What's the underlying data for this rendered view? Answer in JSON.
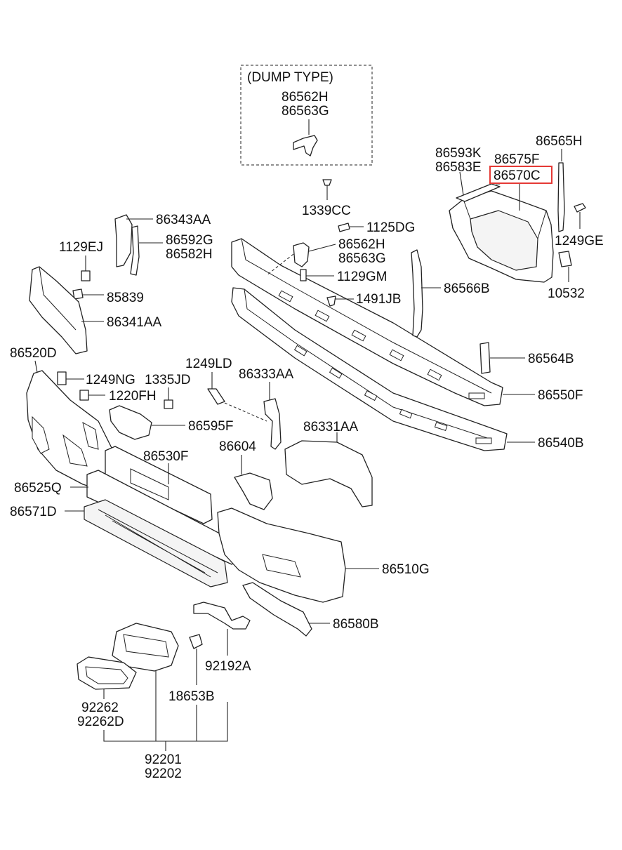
{
  "inset": {
    "title": "(DUMP TYPE)",
    "part_a": "86562H",
    "part_b": "86563G"
  },
  "labels": {
    "p86565H": "86565H",
    "p86593K": "86593K",
    "p86575F": "86575F",
    "p86583E": "86583E",
    "p86570C": "86570C",
    "p1339CC": "1339CC",
    "p1249GE": "1249GE",
    "p86343AA": "86343AA",
    "p1125DG": "1125DG",
    "p86592G": "86592G",
    "p86582H": "86582H",
    "p1129EJ": "1129EJ",
    "p86562H": "86562H",
    "p86563G": "86563G",
    "p1129GM": "1129GM",
    "p85839": "85839",
    "p1491JB": "1491JB",
    "p86566B": "86566B",
    "p10532": "10532",
    "p86341AA": "86341AA",
    "p86520D": "86520D",
    "p1249LD": "1249LD",
    "p86564B": "86564B",
    "p1249NG": "1249NG",
    "p1335JD": "1335JD",
    "p86333AA": "86333AA",
    "p1220FH": "1220FH",
    "p86550F": "86550F",
    "p86595F": "86595F",
    "p86331AA": "86331AA",
    "p86540B": "86540B",
    "p86604": "86604",
    "p86530F": "86530F",
    "p86525Q": "86525Q",
    "p86571D": "86571D",
    "p86510G": "86510G",
    "p86580B": "86580B",
    "p92192A": "92192A",
    "p18653B": "18653B",
    "p92262": "92262",
    "p92262D": "92262D",
    "p92201": "92201",
    "p92202": "92202"
  },
  "highlight": {
    "part": "86570C",
    "color": "#e53935"
  }
}
